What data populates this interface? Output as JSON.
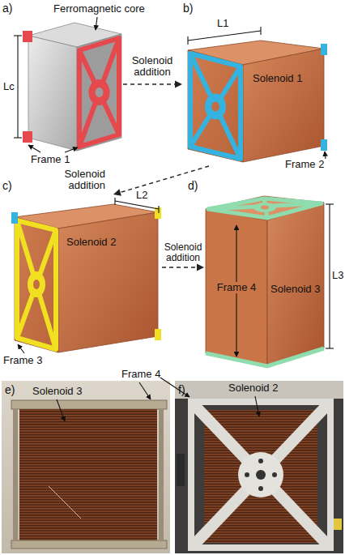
{
  "diagram": {
    "nodes": [
      {
        "text": [
          "a)",
          "Ferromagnetic core",
          "Lc",
          "Frame 1"
        ]
      },
      {
        "text": [
          "b)",
          "L1",
          "Solenoid 1",
          "Frame 2"
        ]
      },
      {
        "text": [
          "c)",
          "L2",
          "Solenoid 2",
          "Frame 3"
        ]
      },
      {
        "text": [
          "d)",
          "Frame 4",
          "Solenoid 3",
          "L3"
        ]
      }
    ],
    "edges": [
      {
        "from": 0,
        "to": 1,
        "label": "Solenoid addition",
        "arrow": "to"
      },
      {
        "from": 1,
        "to": 2,
        "label": "Solenoid addition",
        "arrow": "to"
      },
      {
        "from": 2,
        "to": 3,
        "label": "Solenoid addition",
        "arrow": "to"
      }
    ],
    "labels": [
      "e)",
      "Solenoid 3",
      "Frame 4",
      "f)",
      "Solenoid 2"
    ]
  }
}
